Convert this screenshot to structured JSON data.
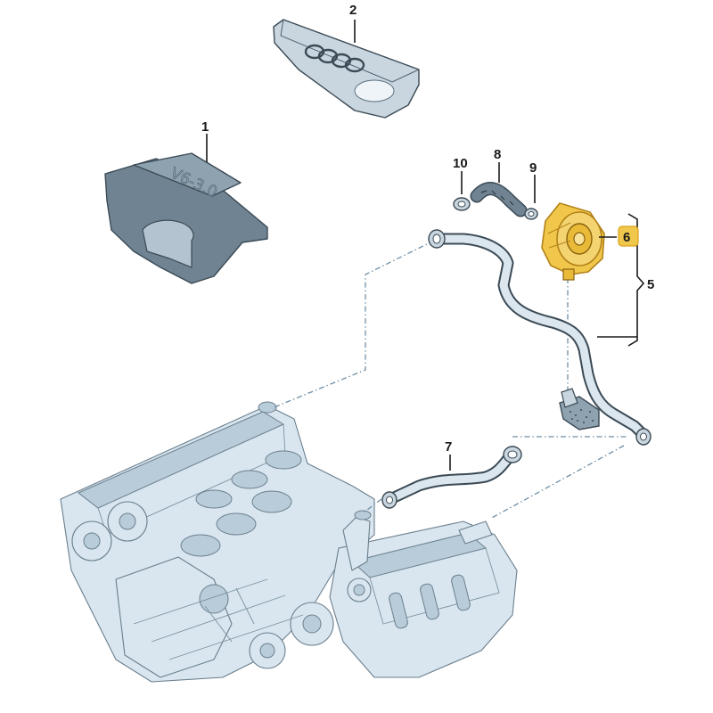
{
  "callouts": {
    "c1": "1",
    "c2": "2",
    "c5": "5",
    "c6": "6",
    "c7": "7",
    "c8": "8",
    "c9": "9",
    "c10": "10"
  },
  "embossed_text": "V6-3.0",
  "colors": {
    "highlight": "#f0c74a",
    "highlight_outline": "#d9a21b",
    "part_fill": "#c9d6df",
    "part_dark": "#6f8392",
    "engine_line": "#6b7f8e",
    "leader_dash": "#6f8fa6"
  },
  "highlighted_callout": "6"
}
